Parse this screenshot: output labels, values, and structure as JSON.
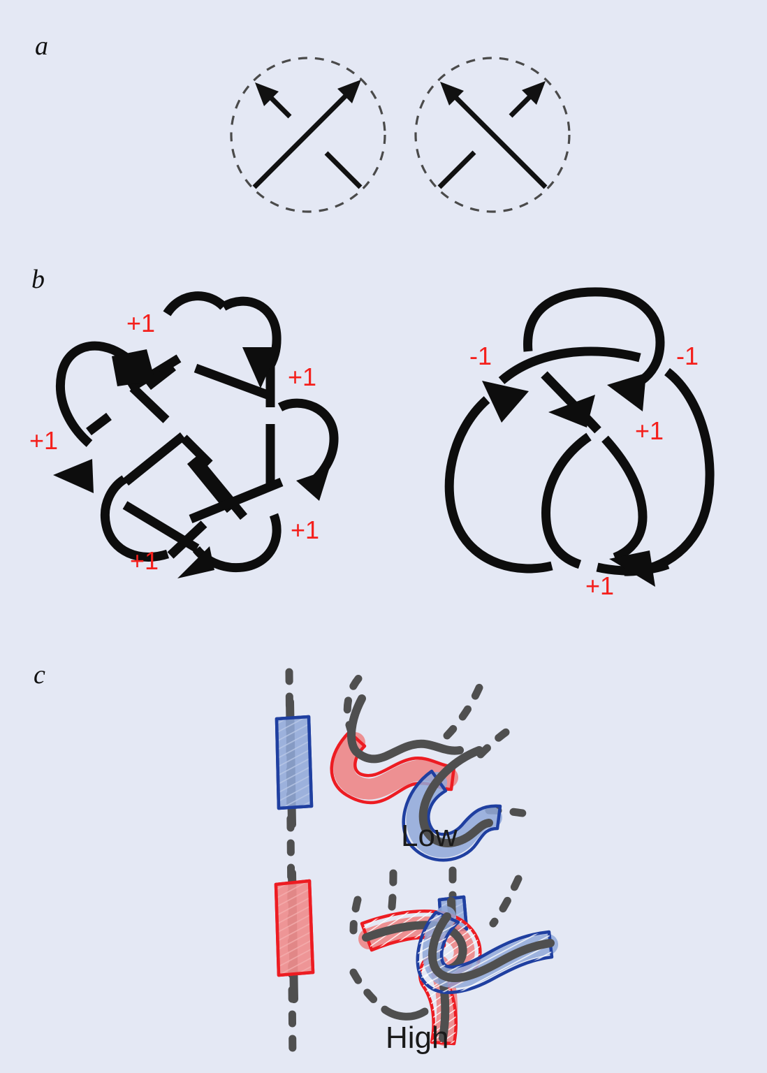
{
  "figure": {
    "background_color": "#e4e8f4",
    "strand_color": "#0d0d0d",
    "label_color": "#f4201c",
    "dna_gray": "#4f4f4f",
    "blue": "#1f3fa0",
    "red": "#ed1c22"
  },
  "panels": {
    "a": {
      "label": "a",
      "description": "Two oriented crossing sign conventions inside dashed circles",
      "crossings": [
        {
          "name": "positive-crossing",
          "sign_meaning": "+1",
          "over_strand": "sw-to-ne"
        },
        {
          "name": "negative-crossing",
          "sign_meaning": "-1",
          "over_strand": "se-to-nw"
        }
      ]
    },
    "b": {
      "label": "b",
      "left_knot": {
        "name": "cinquefoil-knot",
        "crossing_count": 5,
        "writhe": 5,
        "crossing_labels": [
          "+1",
          "+1",
          "+1",
          "+1",
          "+1"
        ]
      },
      "right_knot": {
        "name": "figure-eight-knot",
        "crossing_count": 4,
        "writhe": 0,
        "crossing_labels": [
          "-1",
          "-1",
          "+1",
          "+1"
        ]
      }
    },
    "c": {
      "label": "c",
      "legend": [
        {
          "key": "low",
          "box_color": "#1f3fa0",
          "label": "Low"
        },
        {
          "key": "high",
          "box_color": "#ed1c22",
          "label": "High"
        }
      ],
      "states": [
        {
          "name": "low-supercoiling-state",
          "label": "Low"
        },
        {
          "name": "high-supercoiling-state",
          "label": "High"
        }
      ]
    }
  },
  "labels": {
    "panel_a": "a",
    "panel_b": "b",
    "panel_c": "c",
    "plus_one": "+1",
    "minus_one": "-1",
    "low": "Low",
    "high": "High"
  },
  "b_left_crossing_signs": [
    "+1",
    "+1",
    "+1",
    "+1",
    "+1"
  ],
  "b_right_crossing_signs": [
    "-1",
    "-1",
    "+1",
    "+1"
  ]
}
